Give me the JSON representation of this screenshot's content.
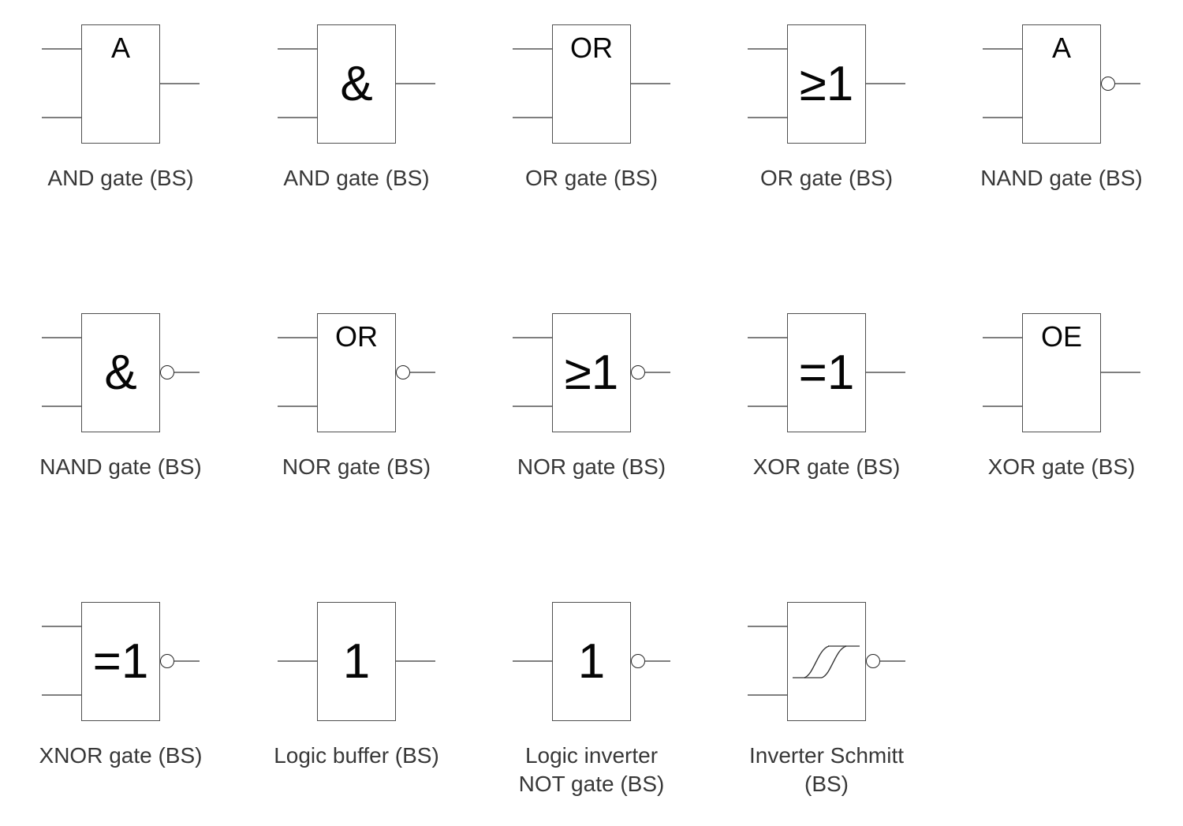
{
  "diagram": {
    "standard": "BS",
    "colors": {
      "background": "#ffffff",
      "lead_line": "#7f7f7f",
      "box_border": "#4f4f4f",
      "bubble_stroke": "#262626",
      "symbol_text": "#050505",
      "label_text": "#383838"
    }
  },
  "gates": [
    {
      "id": "and-1",
      "symbol": "A",
      "symbol_position": "top",
      "inputs": 2,
      "bubble": false,
      "label1": "AND gate (BS)"
    },
    {
      "id": "and-2",
      "symbol": "&",
      "symbol_position": "center",
      "inputs": 2,
      "bubble": false,
      "label1": "AND gate (BS)"
    },
    {
      "id": "or-1",
      "symbol": "OR",
      "symbol_position": "top",
      "inputs": 2,
      "bubble": false,
      "label1": "OR gate (BS)"
    },
    {
      "id": "or-2",
      "symbol": "≥1",
      "symbol_position": "center",
      "inputs": 2,
      "bubble": false,
      "label1": "OR gate (BS)"
    },
    {
      "id": "nand-1",
      "symbol": "A",
      "symbol_position": "top",
      "inputs": 2,
      "bubble": true,
      "label1": "NAND gate (BS)"
    },
    {
      "id": "nand-2",
      "symbol": "&",
      "symbol_position": "center",
      "inputs": 2,
      "bubble": true,
      "label1": "NAND gate (BS)"
    },
    {
      "id": "nor-1",
      "symbol": "OR",
      "symbol_position": "top",
      "inputs": 2,
      "bubble": true,
      "label1": "NOR gate (BS)"
    },
    {
      "id": "nor-2",
      "symbol": "≥1",
      "symbol_position": "center",
      "inputs": 2,
      "bubble": true,
      "label1": "NOR gate (BS)"
    },
    {
      "id": "xor-1",
      "symbol": "=1",
      "symbol_position": "center",
      "inputs": 2,
      "bubble": false,
      "label1": "XOR gate (BS)"
    },
    {
      "id": "xor-2",
      "symbol": "OE",
      "symbol_position": "top",
      "inputs": 2,
      "bubble": false,
      "label1": "XOR gate (BS)"
    },
    {
      "id": "xnor",
      "symbol": "=1",
      "symbol_position": "center",
      "inputs": 2,
      "bubble": true,
      "label1": "XNOR gate (BS)"
    },
    {
      "id": "buffer",
      "symbol": "1",
      "symbol_position": "center",
      "inputs": 1,
      "bubble": false,
      "label1": "Logic buffer (BS)"
    },
    {
      "id": "not",
      "symbol": "1",
      "symbol_position": "center",
      "inputs": 1,
      "bubble": true,
      "label1": "Logic inverter",
      "label2": "NOT gate (BS)"
    },
    {
      "id": "schmitt",
      "symbol": "hysteresis",
      "symbol_position": "center",
      "inputs": 2,
      "bubble": true,
      "label1": "Inverter Schmitt",
      "label2": "(BS)"
    }
  ]
}
